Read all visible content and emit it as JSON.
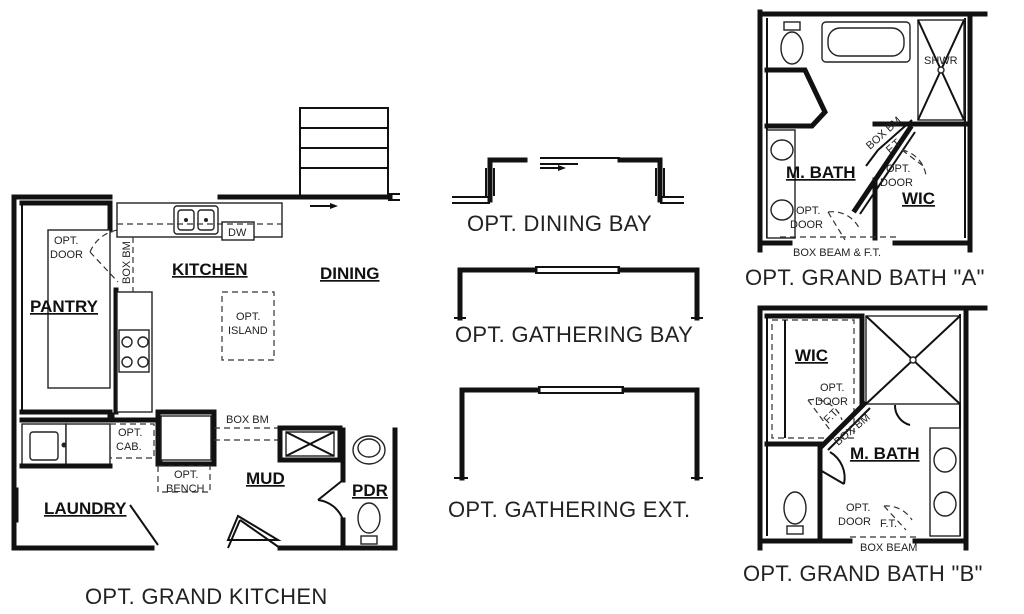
{
  "grand_kitchen": {
    "caption": "OPT. GRAND KITCHEN",
    "rooms": {
      "kitchen": "KITCHEN",
      "dining": "DINING",
      "pantry": "PANTRY",
      "laundry": "LAUNDRY",
      "mud": "MUD",
      "pdr": "PDR"
    },
    "notes": {
      "opt_door": [
        "OPT.",
        "DOOR"
      ],
      "box_bm_vertical": "BOX BM",
      "dw": "DW",
      "opt_island": [
        "OPT.",
        "ISLAND"
      ],
      "box_bm": "BOX BM",
      "opt_cab": [
        "OPT.",
        "CAB."
      ],
      "opt_bench": [
        "OPT.",
        "BENCH"
      ]
    }
  },
  "options": {
    "dining_bay": "OPT. DINING BAY",
    "gathering_bay": "OPT. GATHERING BAY",
    "gathering_ext": "OPT. GATHERING EXT."
  },
  "grand_bath_a": {
    "caption": "OPT. GRAND BATH \"A\"",
    "rooms": {
      "m_bath": "M. BATH",
      "wic": "WIC"
    },
    "notes": {
      "shwr": "SHWR",
      "box_bm": "BOX BM",
      "ft": "F.T.",
      "opt_door_1": [
        "OPT.",
        "DOOR"
      ],
      "opt_door_2": [
        "OPT.",
        "DOOR"
      ],
      "box_beam_ft": "BOX BEAM & F.T."
    }
  },
  "grand_bath_b": {
    "caption": "OPT. GRAND BATH \"B\"",
    "rooms": {
      "wic": "WIC",
      "m_bath": "M. BATH"
    },
    "notes": {
      "opt_door_1": [
        "OPT.",
        "DOOR"
      ],
      "ft_1": "F.T.",
      "box_bm": "BOX BM",
      "opt_door_2": [
        "OPT.",
        "DOOR"
      ],
      "ft_2": "F.T.",
      "box_beam": "BOX BEAM"
    }
  }
}
